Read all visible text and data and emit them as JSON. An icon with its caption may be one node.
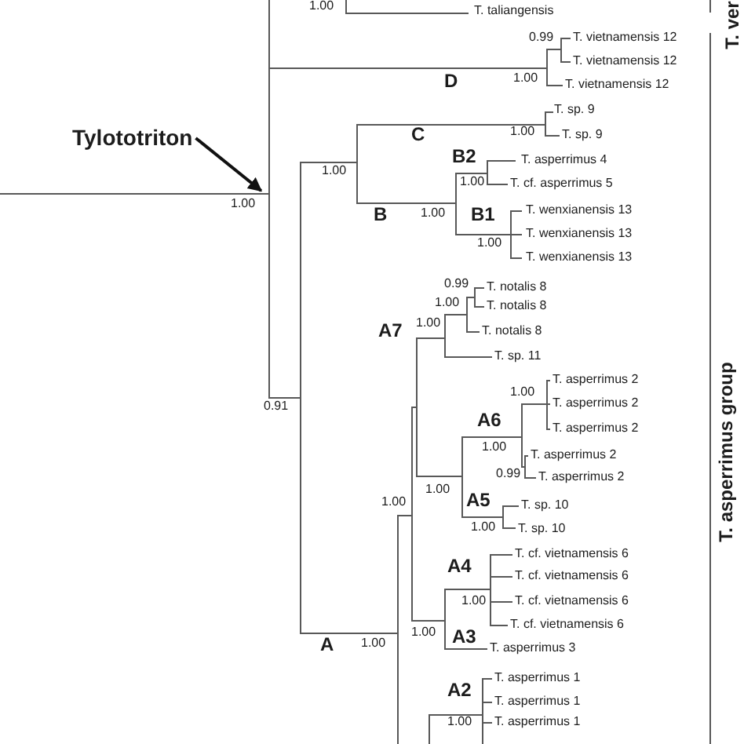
{
  "diagram": {
    "nodes": [
      {
        "text": [
          "Tylototriton"
        ]
      },
      {
        "text": [],
        "shape": "line"
      }
    ],
    "edges": [
      {
        "from": 0,
        "to": 1,
        "arrow": "to"
      }
    ],
    "labels": [
      "1.00",
      "T. taliangensis",
      "0.99",
      "T. vietnamensis 12",
      "T. ver",
      "T. vietnamensis 12",
      "D",
      "1.00",
      "T. vietnamensis 12",
      "T. sp. 9",
      "C",
      "1.00",
      "T. sp. 9",
      "B2",
      "T. asperrimus 4",
      "1.00",
      "1.00",
      "T. cf. asperrimus 5",
      "1.00",
      "B",
      "1.00",
      "B1",
      "T. wenxianensis 13",
      "T. wenxianensis 13",
      "1.00",
      "T. wenxianensis 13",
      "0.99",
      "T. notalis 8",
      "1.00",
      "T. notalis 8",
      "A7",
      "1.00",
      "T. notalis 8",
      "T. sp. 11",
      "T. asperrimus 2",
      "1.00",
      "0.91",
      "T. asperrimus 2",
      "A6",
      "T. asperrimus 2",
      "1.00",
      "T. asperrimus 2",
      "0.99",
      "T. asperrimus 2",
      "1.00",
      "1.00",
      "A5",
      "T. sp. 10",
      "1.00",
      "T. sp. 10",
      "T. asperrimus group",
      "A4",
      "T. cf. vietnamensis 6",
      "T. cf. vietnamensis 6",
      "1.00",
      "T. cf. vietnamensis 6",
      "T. cf. vietnamensis 6",
      "A",
      "1.00",
      "1.00",
      "A3",
      "T. asperrimus 3",
      "T. asperrimus 1",
      "A2",
      "T. asperrimus 1",
      "1.00",
      "T. asperrimus 1"
    ]
  }
}
